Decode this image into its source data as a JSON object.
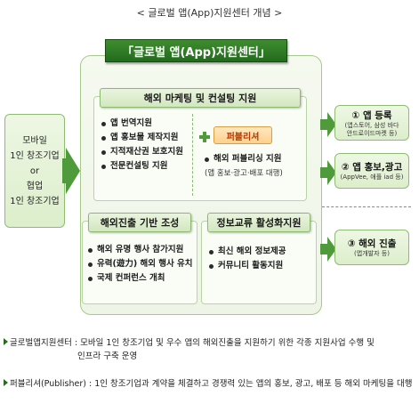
{
  "caption": "< 글로벌 앱(App)지원센터 개념 >",
  "main_title": "「글로벌 앱(App)지원센터」",
  "left_box": {
    "line1": "모바일",
    "line2": "1인 창조기업",
    "line3": "or",
    "line4": "협업",
    "line5": "1인 창조기업"
  },
  "top_panel": {
    "title": "해외 마케팅 및 컨설팅 지원",
    "items": [
      "앱 번역지원",
      "앱 홍보물 제작지원",
      "지적재산권 보호지원",
      "전문컨설팅 지원"
    ],
    "publisher_badge": "퍼블리셔",
    "publisher_item": "해외 퍼블리싱 지원",
    "publisher_sub": "(앱 홍보·광고·배포 대행)"
  },
  "bottom_left_panel": {
    "title": "해외진출 기반 조성",
    "items": [
      "해외 유명 행사 참가지원",
      "유력(遊力) 해외 행사 유치",
      "국제 컨퍼런스 개최"
    ]
  },
  "bottom_right_panel": {
    "title": "정보교류 활성화지원",
    "items": [
      "최신 해외 정보제공",
      "커뮤니티 활동지원"
    ]
  },
  "outcomes": [
    {
      "title": "① 앱 등록",
      "note": "(앱스토어, 삼성 바다\n안드로이드마켓 등)"
    },
    {
      "title": "② 앱 홍보,광고",
      "note": "(AppVee, 애플 iad 등)"
    },
    {
      "title": "③ 해외 진출",
      "note": "(앱개발자 등)"
    }
  ],
  "notes": [
    {
      "label": "글로벌앱지원센터",
      "text": " : 모바일 1인 창조기업 및 우수 앱의 해외진출을 지원하기 위한 각종 지원사업 수행 및",
      "text2": "인프라 구축 운영"
    },
    {
      "label": "퍼블리셔(Publisher)",
      "text": " : 1인 창조기업과 계약을 체결하고 경쟁력 있는 앱의 홍보, 광고, 배포 등 해외 마케팅을 대행"
    }
  ],
  "colors": {
    "accent": "#226b1d",
    "arrow": "#4f9a3a",
    "badge": "#ffd08a"
  }
}
